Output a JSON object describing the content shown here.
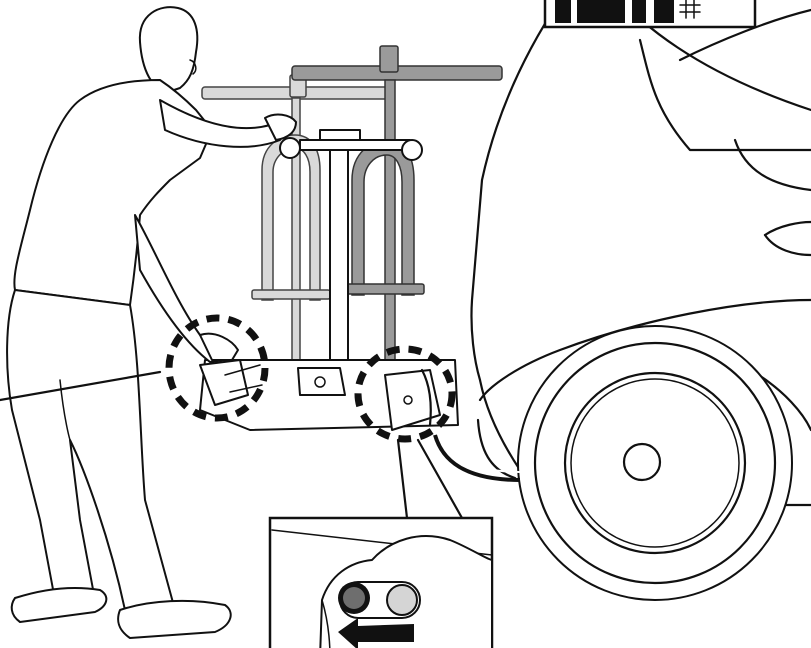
{
  "illustration": {
    "subject": "person-lifting-bike-rack-onto-car-hitch",
    "icons": [
      "person-figure",
      "bike-rack",
      "car-rear",
      "wheel",
      "highlight-circle-left",
      "highlight-circle-right",
      "detail-inset",
      "arrow-left-icon"
    ],
    "colors": {
      "ink": "#111111",
      "rack_light": "#d9d9d9",
      "rack_mid": "#9a9a9a",
      "indicator_dark": "#6e6e6e",
      "indicator_light": "#d5d5d5",
      "background": "#ffffff"
    }
  }
}
